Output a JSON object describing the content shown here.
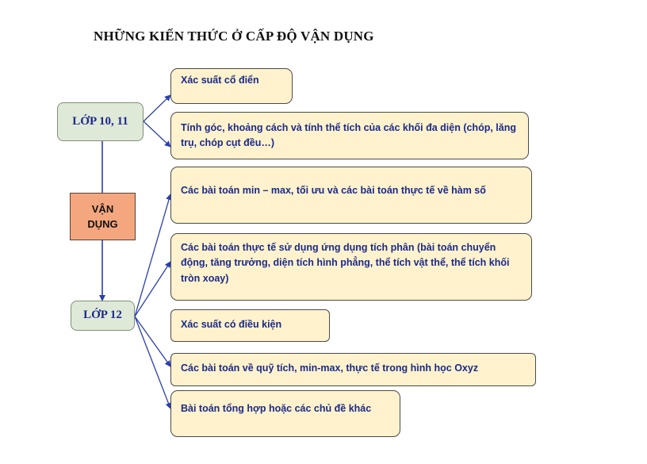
{
  "title": "NHỮNG KIẾN THỨC Ở CẤP ĐỘ VẬN DỤNG",
  "center": {
    "line1": "VẬN",
    "line2": "DỤNG"
  },
  "levels": {
    "grade_10_11": "LỚP 10, 11",
    "grade_12": "LỚP 12"
  },
  "topics_10_11": [
    "Xác suất cổ điển",
    "Tính góc, khoảng cách và tính thể tích của các khối đa diện (chóp, lăng trụ, chóp cụt đều…)"
  ],
  "topics_12": [
    "Các bài toán min – max, tối ưu và các bài toán thực tế về hàm số",
    "Các bài toán thực tế sử dụng ứng dụng tích phân (bài toán chuyển động, tăng trưởng, diện tích hình phẳng, thể tích vật thể, thể tích khối tròn xoay)",
    "Xác suất có điều kiện",
    "Các bài toán về quỹ tích, min-max, thực tế trong hình học Oxyz",
    "Bài toán tổng hợp hoặc các chủ đề khác"
  ],
  "colors": {
    "connector": "#2b3fb0",
    "level_fill": "#dfe9d8",
    "center_fill": "#f4a67e",
    "topic_fill": "#fff2cc",
    "text": "#1a2a8a"
  }
}
